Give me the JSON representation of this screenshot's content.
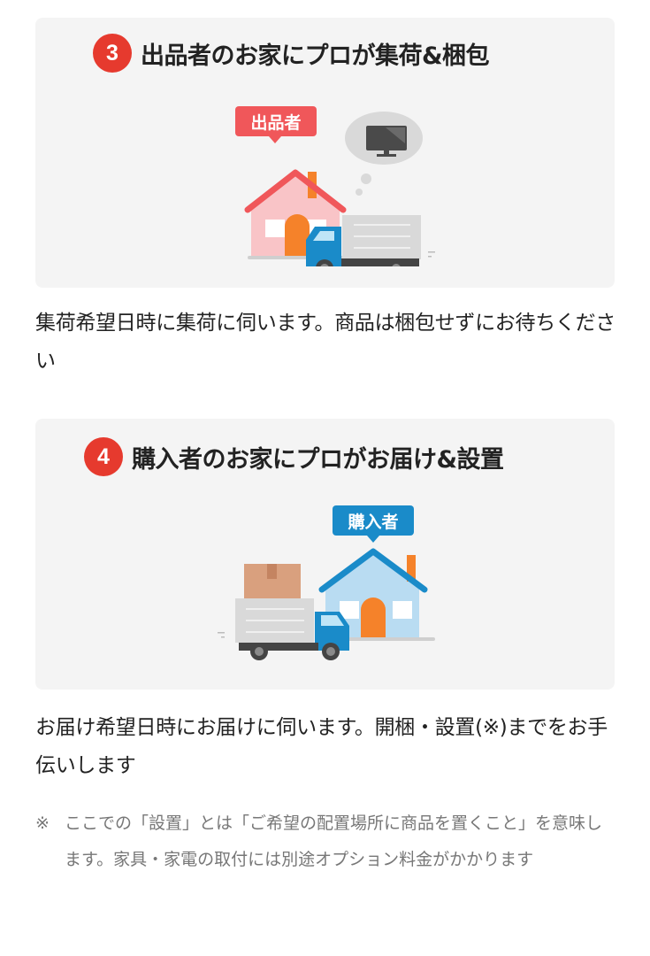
{
  "steps": [
    {
      "number": "3",
      "title": "出品者のお家にプロが集荷&梱包",
      "illustration": {
        "tag_label": "出品者",
        "tag_color": "#f0575a",
        "house_roof_color": "#f0575a",
        "house_wall_color": "#f9c4c7",
        "thought_item": "tv-icon"
      },
      "description": "集荷希望日時に集荷に伺います。商品は梱包せずにお待ちください"
    },
    {
      "number": "4",
      "title": "購入者のお家にプロがお届け&設置",
      "illustration": {
        "tag_label": "購入者",
        "tag_color": "#1a8bc9",
        "house_roof_color": "#1a8bc9",
        "house_wall_color": "#b9dcf2",
        "cargo_item": "cardboard-box-icon"
      },
      "description": "お届け希望日時にお届けに伺います。開梱・設置(※)までをお手伝いします"
    }
  ],
  "note": {
    "mark": "※",
    "text": "ここでの「設置」とは「ご希望の配置場所に商品を置くこと」を意味します。家具・家電の取付には別途オプション料金がかかります"
  },
  "colors": {
    "badge": "#e63a2e",
    "panel_bg": "#f4f4f4",
    "door": "#f5822a",
    "truck_cab": "#1a8bc9"
  }
}
